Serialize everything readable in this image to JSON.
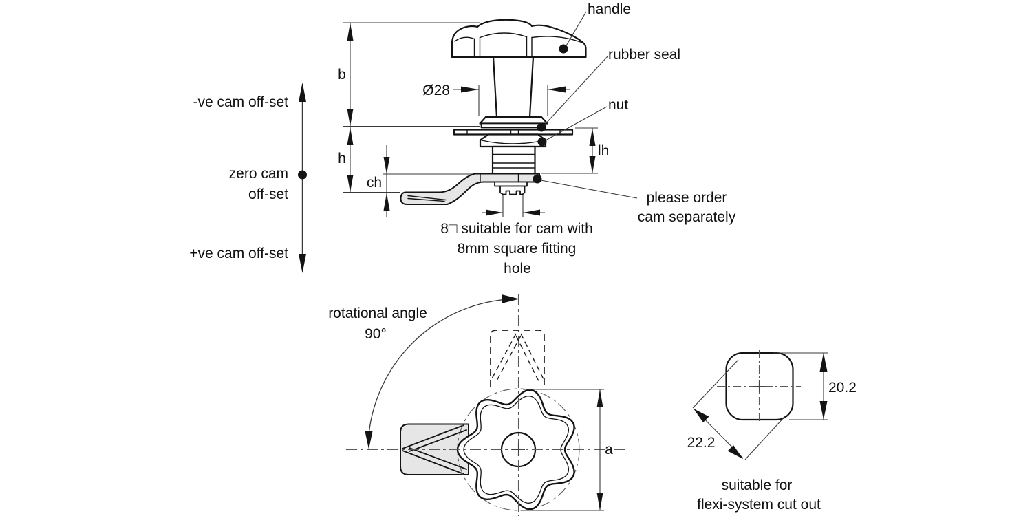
{
  "drawing_title": "star knob cam latch technical drawing",
  "colors": {
    "line": "#141414",
    "cam_fill": "#e6e6e6",
    "background": "#ffffff"
  },
  "side_view": {
    "labels": {
      "handle": "handle",
      "rubber_seal": "rubber seal",
      "nut": "nut"
    },
    "order_note": {
      "line1": "please order",
      "line2": "cam separately"
    },
    "offsets": {
      "negative": "-ve cam off-set",
      "zero_line1": "zero cam",
      "zero_line2": "off-set",
      "positive": "+ve cam off-set"
    },
    "dimensions": {
      "b": "b",
      "h": "h",
      "ch": "ch",
      "lh": "lh",
      "diameter": "Ø28"
    },
    "square_note": {
      "line1": "8□ suitable for cam with",
      "line2": "8mm square fitting",
      "line3": "hole"
    }
  },
  "bottom_view": {
    "rotation_note": {
      "line1": "rotational angle",
      "line2": "90°"
    },
    "dimensions": {
      "a": "a"
    }
  },
  "cutout_view": {
    "dimensions": {
      "height": "20.2",
      "diagonal": "22.2"
    },
    "caption": {
      "line1": "suitable for",
      "line2": "flexi-system cut out"
    }
  }
}
